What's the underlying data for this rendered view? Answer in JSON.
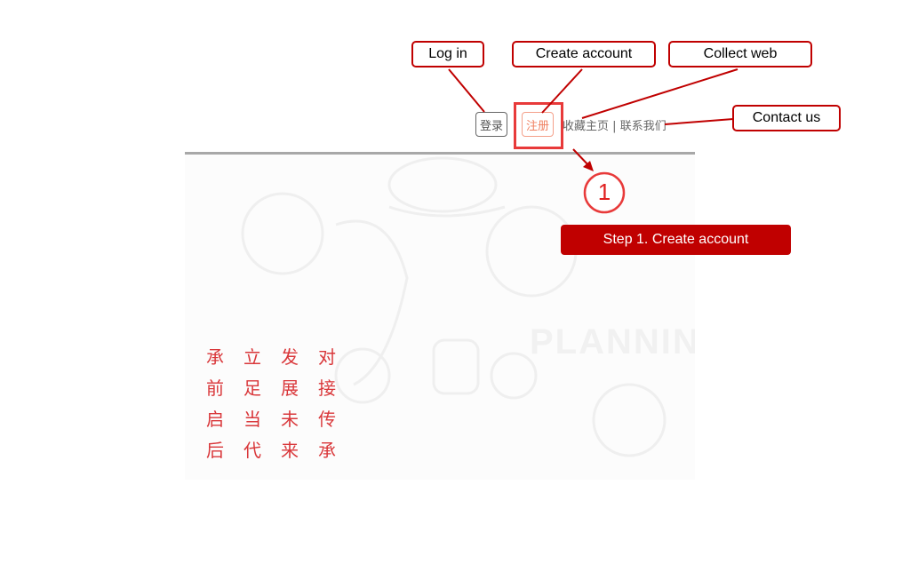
{
  "callouts": {
    "login": "Log in",
    "create_account": "Create account",
    "collect_web": "Collect web",
    "contact_us": "Contact us"
  },
  "header": {
    "login_button": "登录",
    "register_button": "注册",
    "collect_link": "收藏主页",
    "separator": "|",
    "contact_link": "联系我们"
  },
  "step": {
    "number": "1",
    "label": "Step 1. Create account"
  },
  "hero": {
    "watermark": "PLANNIN",
    "poem_rows": [
      [
        "承",
        "立",
        "发",
        "对"
      ],
      [
        "前",
        "足",
        "展",
        "接"
      ],
      [
        "启",
        "当",
        "未",
        "传"
      ],
      [
        "后",
        "代",
        "来",
        "承"
      ]
    ]
  },
  "colors": {
    "accent": "#c00000",
    "register": "#f08060",
    "poem": "#d9373a"
  }
}
